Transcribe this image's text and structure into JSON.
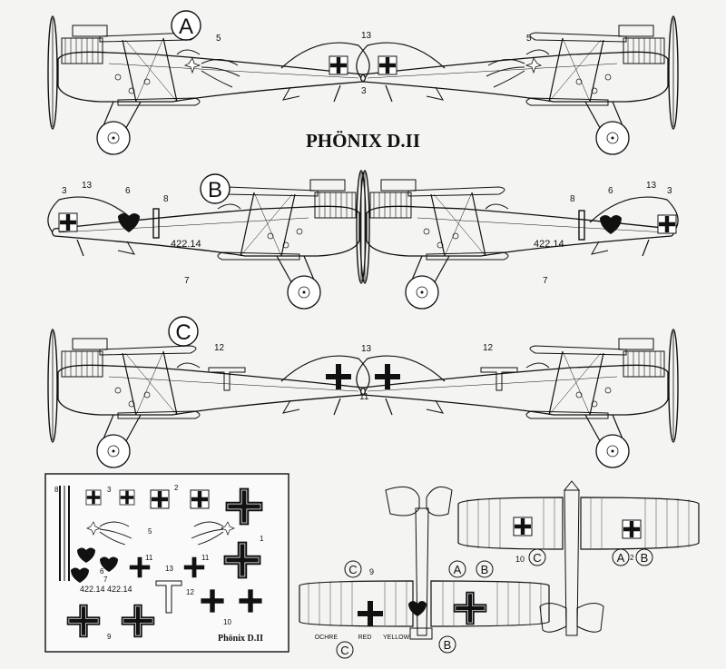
{
  "title": "PHÖNIX D.II",
  "decal_sheet_title": "Phönix D.II",
  "scheme_letters": [
    "A",
    "B",
    "C"
  ],
  "callouts": {
    "n1": "1",
    "n2": "2",
    "n3": "3",
    "n5": "5",
    "n6": "6",
    "n7": "7",
    "n8": "8",
    "n9": "9",
    "n10": "10",
    "n11": "11",
    "n12": "12",
    "n13": "13"
  },
  "serial": "422.14",
  "wing_colors": {
    "ochre": "OCHRE",
    "red": "RED",
    "yellow": "YELLOW"
  },
  "ink_color": "#111111",
  "paper_color": "#f4f4f2"
}
